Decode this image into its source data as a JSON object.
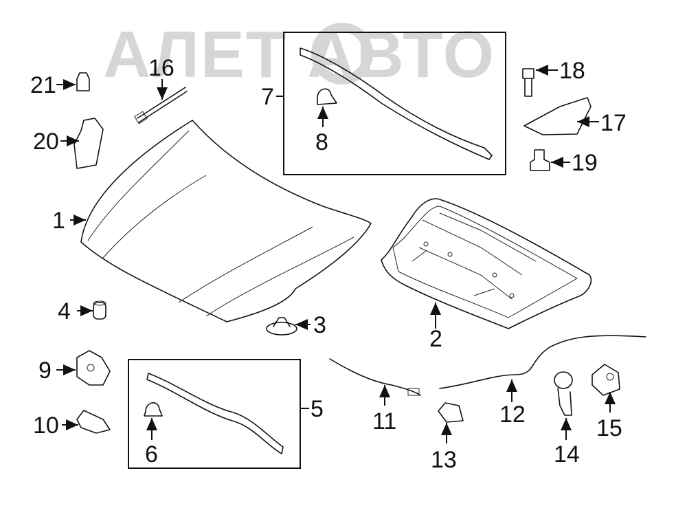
{
  "watermark": "АЛЕТ АВТО",
  "callouts": [
    {
      "id": "1",
      "label": "1"
    },
    {
      "id": "2",
      "label": "2"
    },
    {
      "id": "3",
      "label": "3"
    },
    {
      "id": "4",
      "label": "4"
    },
    {
      "id": "5",
      "label": "5"
    },
    {
      "id": "6",
      "label": "6"
    },
    {
      "id": "7",
      "label": "7"
    },
    {
      "id": "8",
      "label": "8"
    },
    {
      "id": "9",
      "label": "9"
    },
    {
      "id": "10",
      "label": "10"
    },
    {
      "id": "11",
      "label": "11"
    },
    {
      "id": "12",
      "label": "12"
    },
    {
      "id": "13",
      "label": "13"
    },
    {
      "id": "14",
      "label": "14"
    },
    {
      "id": "15",
      "label": "15"
    },
    {
      "id": "16",
      "label": "16"
    },
    {
      "id": "17",
      "label": "17"
    },
    {
      "id": "18",
      "label": "18"
    },
    {
      "id": "19",
      "label": "19"
    },
    {
      "id": "20",
      "label": "20"
    },
    {
      "id": "21",
      "label": "21"
    }
  ]
}
